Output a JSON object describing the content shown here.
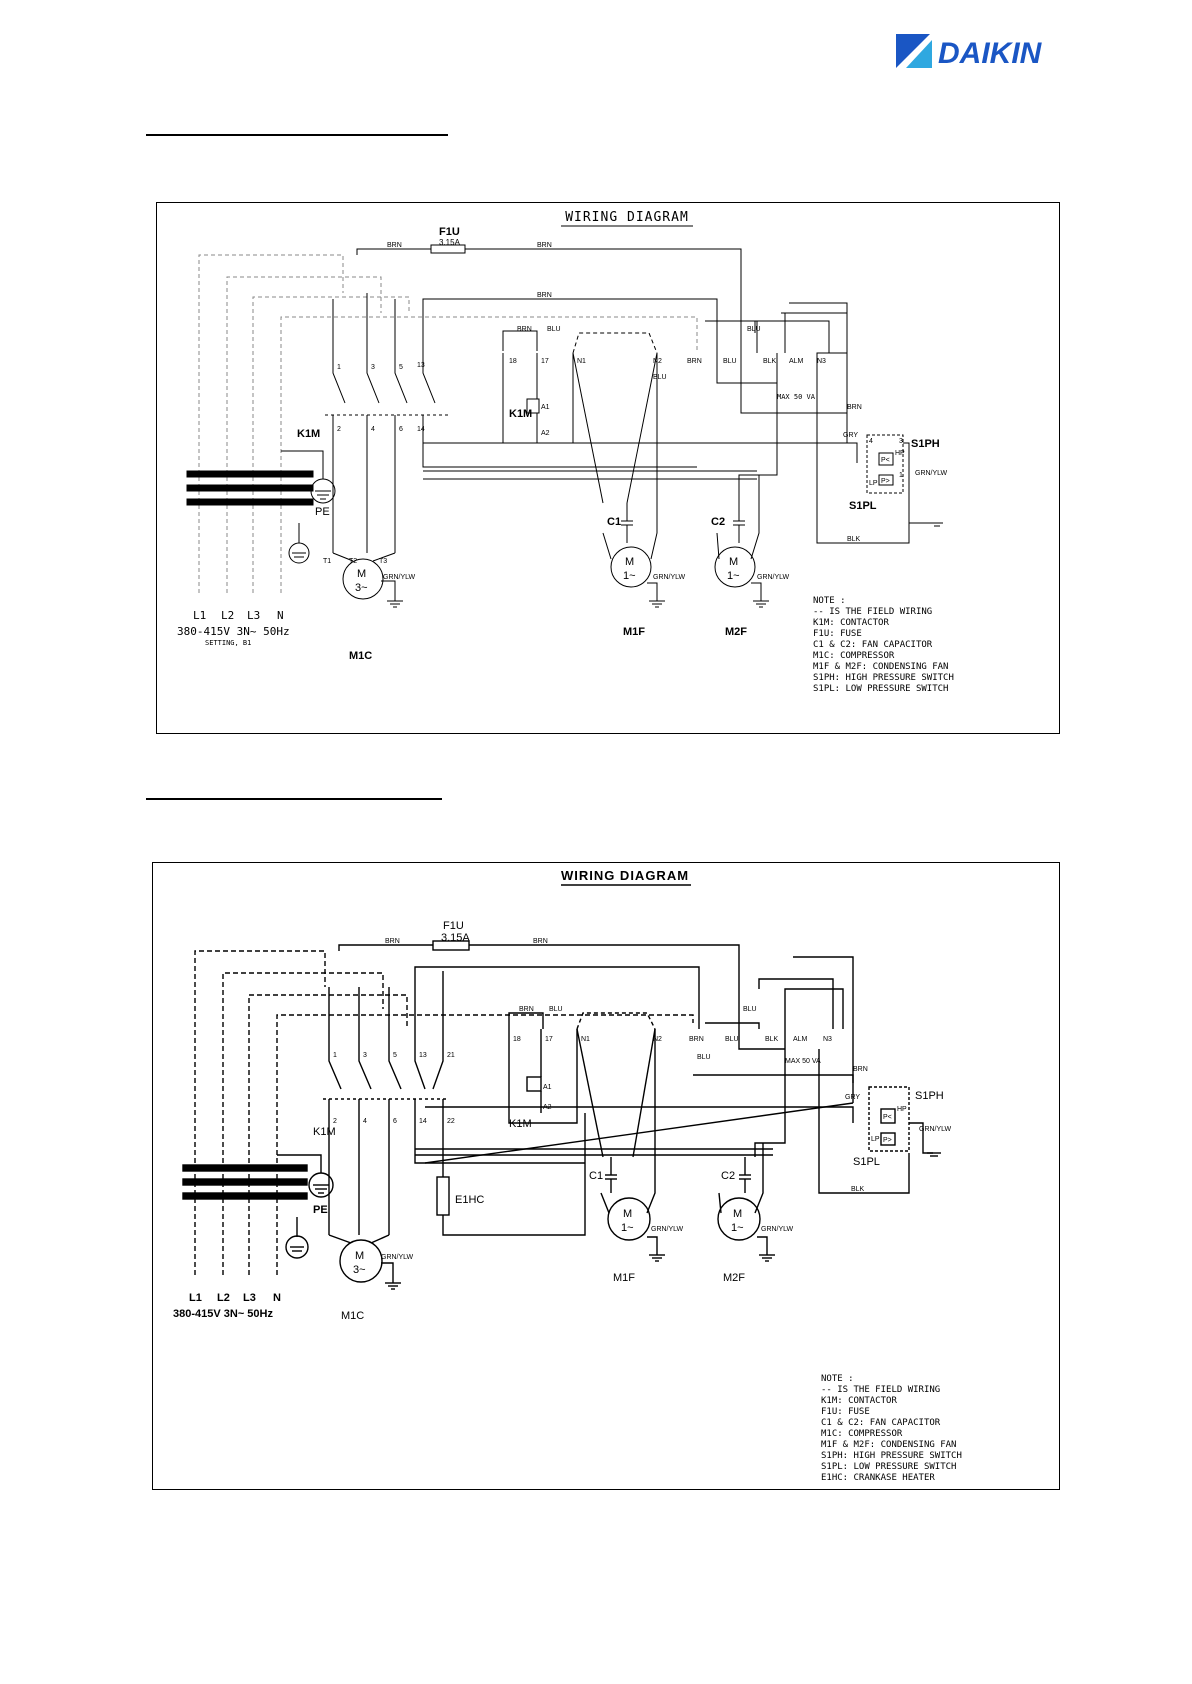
{
  "brand": {
    "name": "DAIKIN",
    "color": "#1a56c4"
  },
  "diagram1": {
    "title": "WIRING DIAGRAM",
    "fuse_label": "F1U",
    "fuse_rating": "3.15A",
    "wire_brn": "BRN",
    "wire_blu": "BLU",
    "wire_blk": "BLK",
    "wire_gry": "GRY",
    "wire_grnylw": "GRN/YLW",
    "contactor": "K1M",
    "coil_a1": "A1",
    "coil_a2": "A2",
    "terminals": [
      "1",
      "3",
      "5",
      "13",
      "2",
      "4",
      "6",
      "14"
    ],
    "block_terminals": [
      "18",
      "17",
      "N1",
      "N2",
      "BRN",
      "BLU",
      "BLK",
      "ALM",
      "N3"
    ],
    "max_va": "MAX 50 VA",
    "pe": "PE",
    "phases": [
      "L1",
      "L2",
      "L3",
      "N"
    ],
    "supply": "380-415V  3N~ 50Hz",
    "setting": "SETTING, B1",
    "motor_comp": {
      "m": "M",
      "sym": "3~",
      "name": "M1C",
      "t1": "T1",
      "t2": "T2",
      "t3": "T3"
    },
    "fan1": {
      "m": "M",
      "sym": "1~",
      "name": "M1F",
      "cap": "C1"
    },
    "fan2": {
      "m": "M",
      "sym": "1~",
      "name": "M2F",
      "cap": "C2"
    },
    "hp_switch": "S1PH",
    "lp_switch": "S1PL",
    "hp": "HP",
    "lp": "LP",
    "p_sym": "P<",
    "p_sym2": "P>",
    "sw_terms": [
      "4",
      "3",
      "1"
    ],
    "notes": [
      "NOTE :",
      "-- IS THE FIELD WIRING",
      "K1M: CONTACTOR",
      "F1U: FUSE",
      "C1 & C2: FAN CAPACITOR",
      "M1C: COMPRESSOR",
      "M1F & M2F: CONDENSING FAN",
      "S1PH: HIGH PRESSURE SWITCH",
      "S1PL: LOW PRESSURE SWITCH"
    ]
  },
  "diagram2": {
    "title": "WIRING DIAGRAM",
    "fuse_label": "F1U",
    "fuse_rating": "3.15A",
    "contactor": "K1M",
    "terminals": [
      "1",
      "3",
      "5",
      "13",
      "21",
      "2",
      "4",
      "6",
      "14",
      "22"
    ],
    "heater": "E1HC",
    "max_va": "MAX 50 VA",
    "pe": "PE",
    "phases": [
      "L1",
      "L2",
      "L3",
      "N"
    ],
    "supply": "380-415V  3N~ 50Hz",
    "motor_comp": {
      "m": "M",
      "sym": "3~",
      "name": "M1C"
    },
    "fan1": {
      "m": "M",
      "sym": "1~",
      "name": "M1F",
      "cap": "C1"
    },
    "fan2": {
      "m": "M",
      "sym": "1~",
      "name": "M2F",
      "cap": "C2"
    },
    "hp_switch": "S1PH",
    "lp_switch": "S1PL",
    "notes": [
      "NOTE :",
      "-- IS THE FIELD WIRING",
      "K1M: CONTACTOR",
      "F1U: FUSE",
      "C1 & C2: FAN CAPACITOR",
      "M1C: COMPRESSOR",
      "M1F & M2F: CONDENSING FAN",
      "S1PH: HIGH PRESSURE SWITCH",
      "S1PL: LOW PRESSURE SWITCH",
      "E1HC: CRANKASE HEATER"
    ]
  }
}
